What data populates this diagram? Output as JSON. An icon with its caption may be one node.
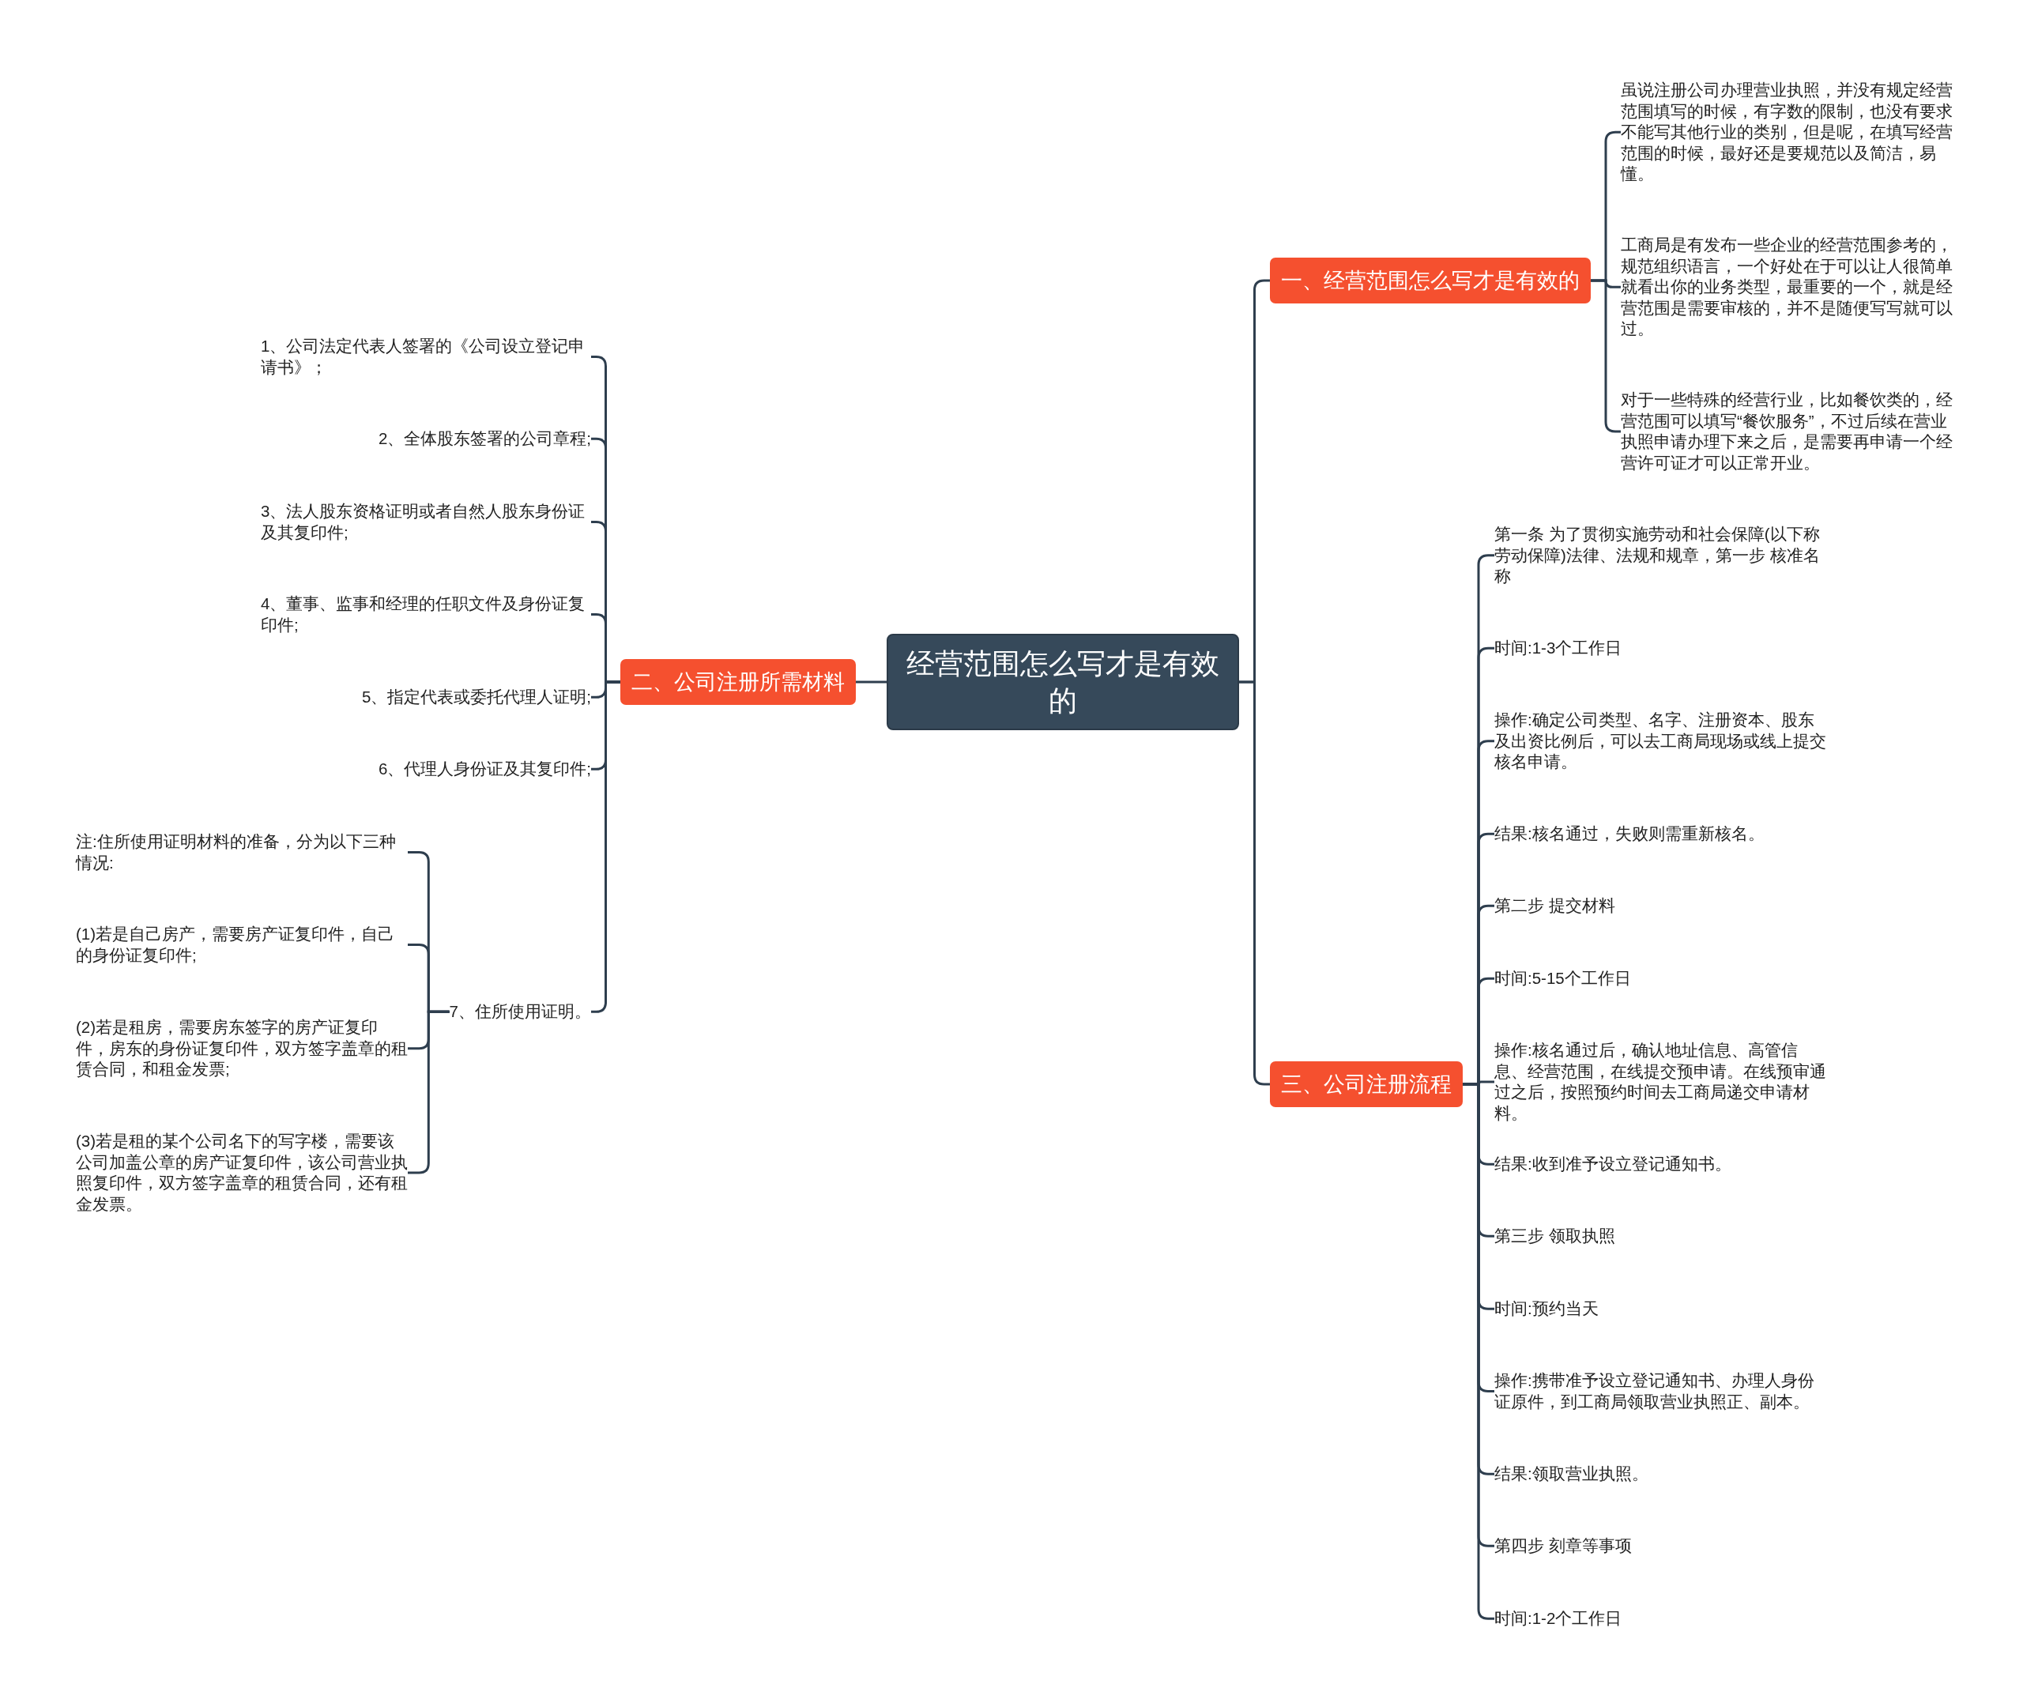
{
  "diagram": {
    "nodes": [
      {
        "text": [
          "经营范围怎么写才是有效的"
        ]
      },
      {
        "text": [
          "一、经营范围怎么写才是有效的"
        ]
      },
      {
        "text": [
          "虽说注册公司办理营业执照，并没有规定经营范围填写的时候，有字数的限制，也没有要求不能写其他行业的类别，但是呢，在填写经营范围的时候，最好还是要规范以及简洁，易懂。"
        ]
      },
      {
        "text": [
          "工商局是有发布一些企业的经营范围参考的，规范组织语言，一个好处在于可以让人很简单就看出你的业务类型，最重要的一个，就是经营范围是需要审核的，并不是随便写写就可以过。"
        ]
      },
      {
        "text": [
          "对于一些特殊的经营行业，比如餐饮类的，经营范围可以填写“餐饮服务”，不过后续在营业执照申请办理下来之后，是需要再申请一个经营许可证才可以正常开业。"
        ]
      },
      {
        "text": [
          "二、公司注册所需材料"
        ]
      },
      {
        "text": [
          "1、公司法定代表人签署的《公司设立登记申请书》；"
        ]
      },
      {
        "text": [
          "2、全体股东签署的公司章程;"
        ]
      },
      {
        "text": [
          "3、法人股东资格证明或者自然人股东身份证及其复印件;"
        ]
      },
      {
        "text": [
          "4、董事、监事和经理的任职文件及身份证复印件;"
        ]
      },
      {
        "text": [
          "5、指定代表或委托代理人证明;"
        ]
      },
      {
        "text": [
          "6、代理人身份证及其复印件;"
        ]
      },
      {
        "text": [
          "7、住所使用证明。"
        ]
      },
      {
        "text": [
          "注:住所使用证明材料的准备，分为以下三种情况:"
        ]
      },
      {
        "text": [
          "(1)若是自己房产，需要房产证复印件，自己的身份证复印件;"
        ]
      },
      {
        "text": [
          "(2)若是租房，需要房东签字的房产证复印件，房东的身份证复印件，双方签字盖章的租赁合同，和租金发票;"
        ]
      },
      {
        "text": [
          "(3)若是租的某个公司名下的写字楼，需要该公司加盖公章的房产证复印件，该公司营业执照复印件，双方签字盖章的租赁合同，还有租金发票。"
        ]
      },
      {
        "text": [
          "三、公司注册流程"
        ]
      },
      {
        "text": [
          "第一条 为了贯彻实施劳动和社会保障(以下称劳动保障)法律、法规和规章，第一步 核准名称"
        ]
      },
      {
        "text": [
          "时间:1-3个工作日"
        ]
      },
      {
        "text": [
          "操作:确定公司类型、名字、注册资本、股东及出资比例后，可以去工商局现场或线上提交核名申请。"
        ]
      },
      {
        "text": [
          "结果:核名通过，失败则需重新核名。"
        ]
      },
      {
        "text": [
          "第二步 提交材料"
        ]
      },
      {
        "text": [
          "时间:5-15个工作日"
        ]
      },
      {
        "text": [
          "操作:核名通过后，确认地址信息、高管信息、经营范围，在线提交预申请。在线预审通过之后，按照预约时间去工商局递交申请材料。"
        ]
      },
      {
        "text": [
          "结果:收到准予设立登记通知书。"
        ]
      },
      {
        "text": [
          "第三步 领取执照"
        ]
      },
      {
        "text": [
          "时间:预约当天"
        ]
      },
      {
        "text": [
          "操作:携带准予设立登记通知书、办理人身份证原件，到工商局领取营业执照正、副本。"
        ]
      },
      {
        "text": [
          "结果:领取营业执照。"
        ]
      },
      {
        "text": [
          "第四步 刻章等事项"
        ]
      },
      {
        "text": [
          "时间:1-2个工作日"
        ]
      }
    ],
    "edges": [
      {
        "from": 0,
        "to": 1,
        "arrow": "none"
      },
      {
        "from": 1,
        "to": 2,
        "arrow": "none"
      },
      {
        "from": 1,
        "to": 3,
        "arrow": "none"
      },
      {
        "from": 1,
        "to": 4,
        "arrow": "none"
      },
      {
        "from": 0,
        "to": 5,
        "arrow": "none"
      },
      {
        "from": 5,
        "to": 6,
        "arrow": "none"
      },
      {
        "from": 5,
        "to": 7,
        "arrow": "none"
      },
      {
        "from": 5,
        "to": 8,
        "arrow": "none"
      },
      {
        "from": 5,
        "to": 9,
        "arrow": "none"
      },
      {
        "from": 5,
        "to": 10,
        "arrow": "none"
      },
      {
        "from": 5,
        "to": 11,
        "arrow": "none"
      },
      {
        "from": 5,
        "to": 12,
        "arrow": "none"
      },
      {
        "from": 12,
        "to": 13,
        "arrow": "none"
      },
      {
        "from": 12,
        "to": 14,
        "arrow": "none"
      },
      {
        "from": 12,
        "to": 15,
        "arrow": "none"
      },
      {
        "from": 12,
        "to": 16,
        "arrow": "none"
      },
      {
        "from": 0,
        "to": 17,
        "arrow": "none"
      },
      {
        "from": 17,
        "to": 18,
        "arrow": "none"
      },
      {
        "from": 17,
        "to": 19,
        "arrow": "none"
      },
      {
        "from": 17,
        "to": 20,
        "arrow": "none"
      },
      {
        "from": 17,
        "to": 21,
        "arrow": "none"
      },
      {
        "from": 17,
        "to": 22,
        "arrow": "none"
      },
      {
        "from": 17,
        "to": 23,
        "arrow": "none"
      },
      {
        "from": 17,
        "to": 24,
        "arrow": "none"
      },
      {
        "from": 17,
        "to": 25,
        "arrow": "none"
      },
      {
        "from": 17,
        "to": 26,
        "arrow": "none"
      },
      {
        "from": 17,
        "to": 27,
        "arrow": "none"
      },
      {
        "from": 17,
        "to": 28,
        "arrow": "none"
      },
      {
        "from": 17,
        "to": 29,
        "arrow": "none"
      },
      {
        "from": 17,
        "to": 30,
        "arrow": "none"
      },
      {
        "from": 17,
        "to": 31,
        "arrow": "none"
      }
    ]
  }
}
